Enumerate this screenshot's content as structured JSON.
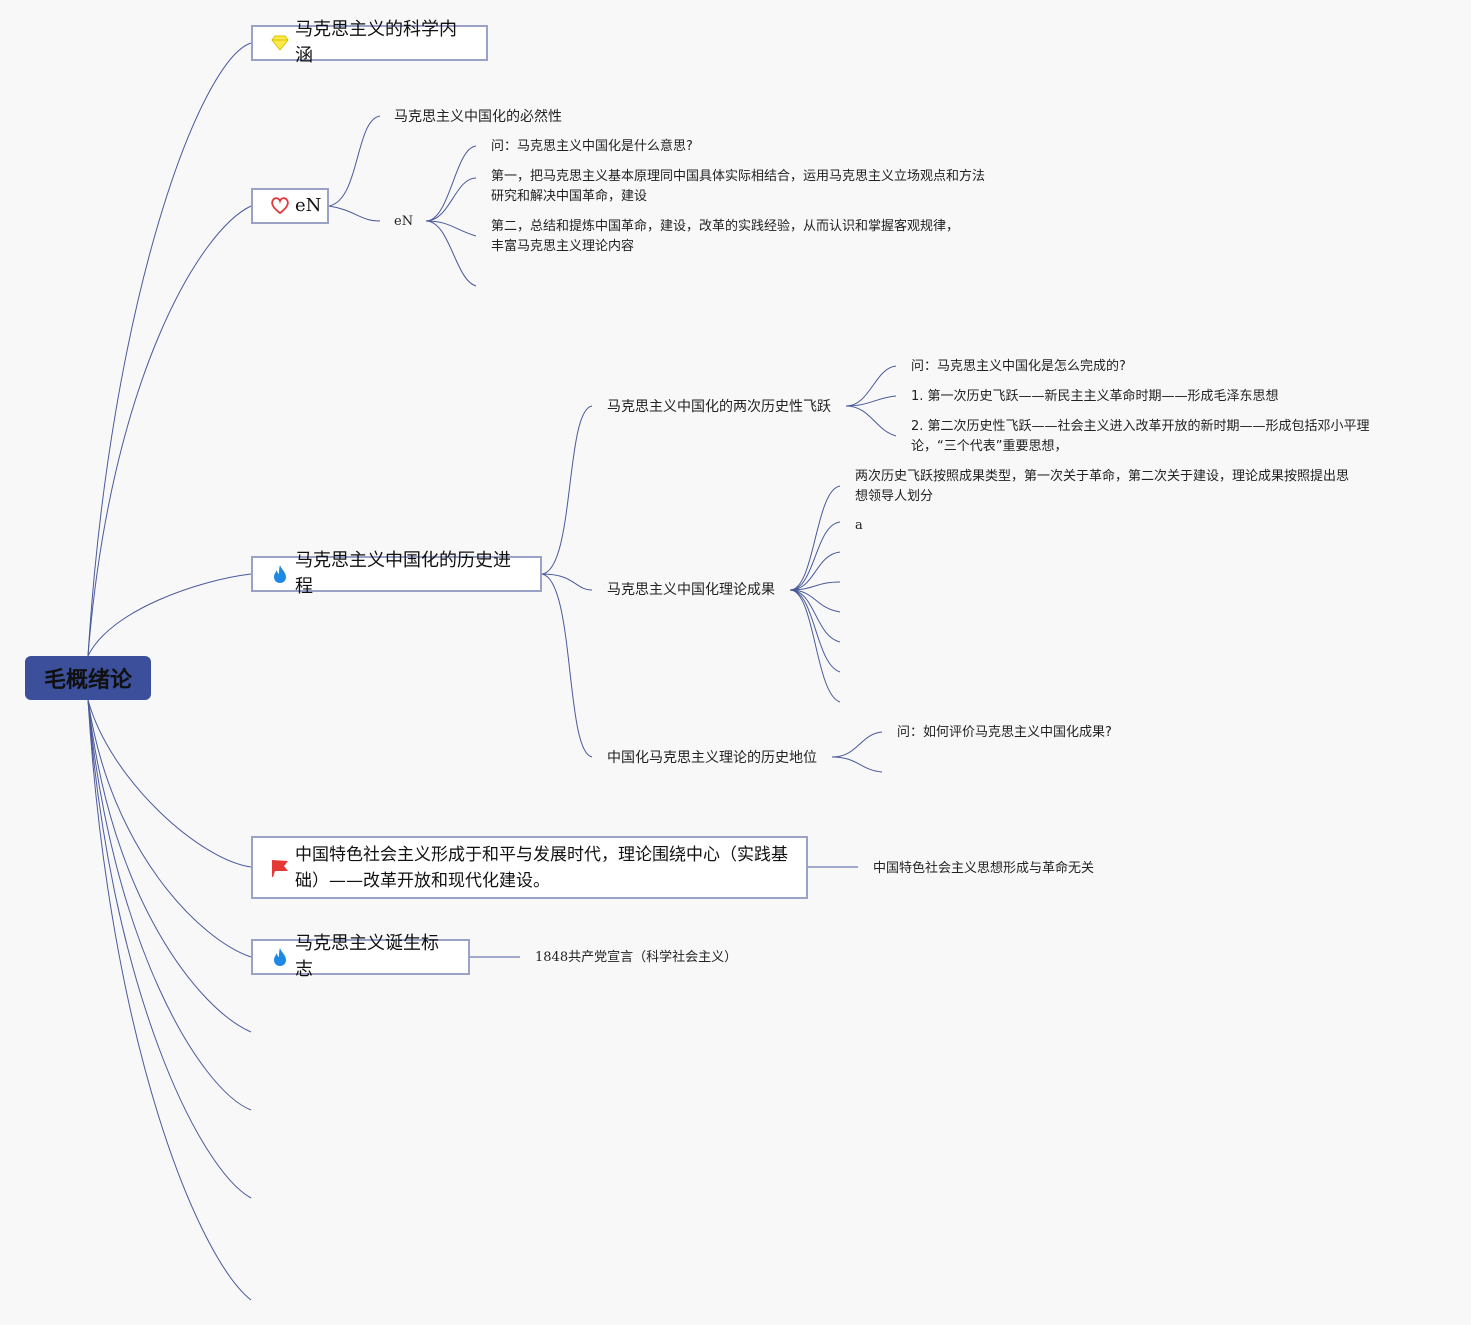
{
  "root": {
    "label": "毛概绪论"
  },
  "topics": {
    "science": {
      "label": "马克思主义的科学内涵",
      "icon": "diamond-icon"
    },
    "en": {
      "label": "eN",
      "icon": "heart-icon"
    },
    "history": {
      "label": "马克思主义中国化的历史进程",
      "icon": "flame-icon"
    },
    "socialism": {
      "label": "中国特色社会主义形成于和平与发展时代，理论围绕中心（实践基础）——改革开放和现代化建设。",
      "icon": "flag-icon"
    },
    "birth": {
      "label": "马克思主义诞生标志",
      "icon": "flame-icon"
    }
  },
  "en_branch": {
    "necessity": "马克思主义中国化的必然性",
    "en_node": "eN",
    "question": "问：马克思主义中国化是什么意思?",
    "first": "第一，把马克思主义基本原理同中国具体实际相结合，运用马克思主义立场观点和方法研究和解决中国革命，建设",
    "second": "第二，总结和提炼中国革命，建设，改革的实践经验，从而认识和掌握客观规律，丰富马克思主义理论内容"
  },
  "history_branch": {
    "leaps": "马克思主义中国化的两次历史性飞跃",
    "leaps_question": "问：马克思主义中国化是怎么完成的?",
    "leap1": "1. 第一次历史飞跃——新民主主义革命时期——形成毛泽东思想",
    "leap2": "2. 第二次历史性飞跃——社会主义进入改革开放的新时期——形成包括邓小平理论，“三个代表”重要思想，",
    "results": "马克思主义中国化理论成果",
    "results_note": "两次历史飞跃按照成果类型，第一次关于革命，第二次关于建设，理论成果按照提出思想领导人划分",
    "results_a": "a",
    "status": "中国化马克思主义理论的历史地位",
    "status_question": "问：如何评价马克思主义中国化成果?"
  },
  "socialism_branch": {
    "note": "中国特色社会主义思想形成与革命无关"
  },
  "birth_branch": {
    "note": "1848共产党宣言（科学社会主义）"
  },
  "colors": {
    "line": "#4a5a9a",
    "root_fill": "#3c4f9a",
    "topic_border": "#9aa3c7"
  }
}
